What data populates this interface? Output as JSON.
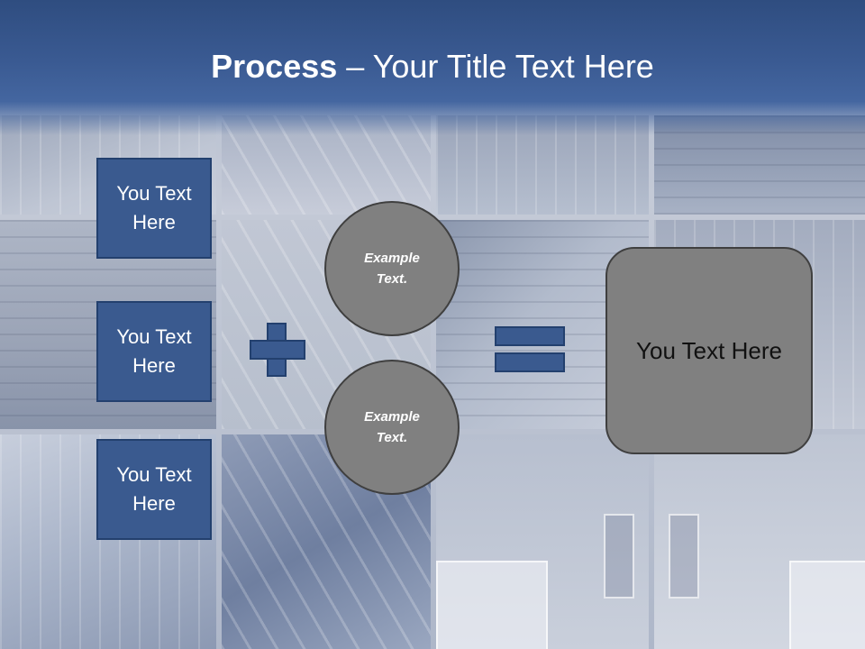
{
  "slide": {
    "title_bold": "Process",
    "title_rest": " – Your Title Text Here"
  },
  "left_boxes": [
    {
      "label": "You Text Here"
    },
    {
      "label": "You Text Here"
    },
    {
      "label": "You Text Here"
    }
  ],
  "circles": [
    {
      "label": "Example Text."
    },
    {
      "label": "Example Text."
    }
  ],
  "result": {
    "label": "You Text Here"
  },
  "colors": {
    "header": "#3a5a92",
    "box_fill": "#3a5a8f",
    "box_border": "#23406e",
    "gray_fill": "#808080",
    "gray_border": "#3f3f3f"
  },
  "icons": {
    "operator_1": "plus-sign",
    "operator_2": "equals-sign"
  }
}
